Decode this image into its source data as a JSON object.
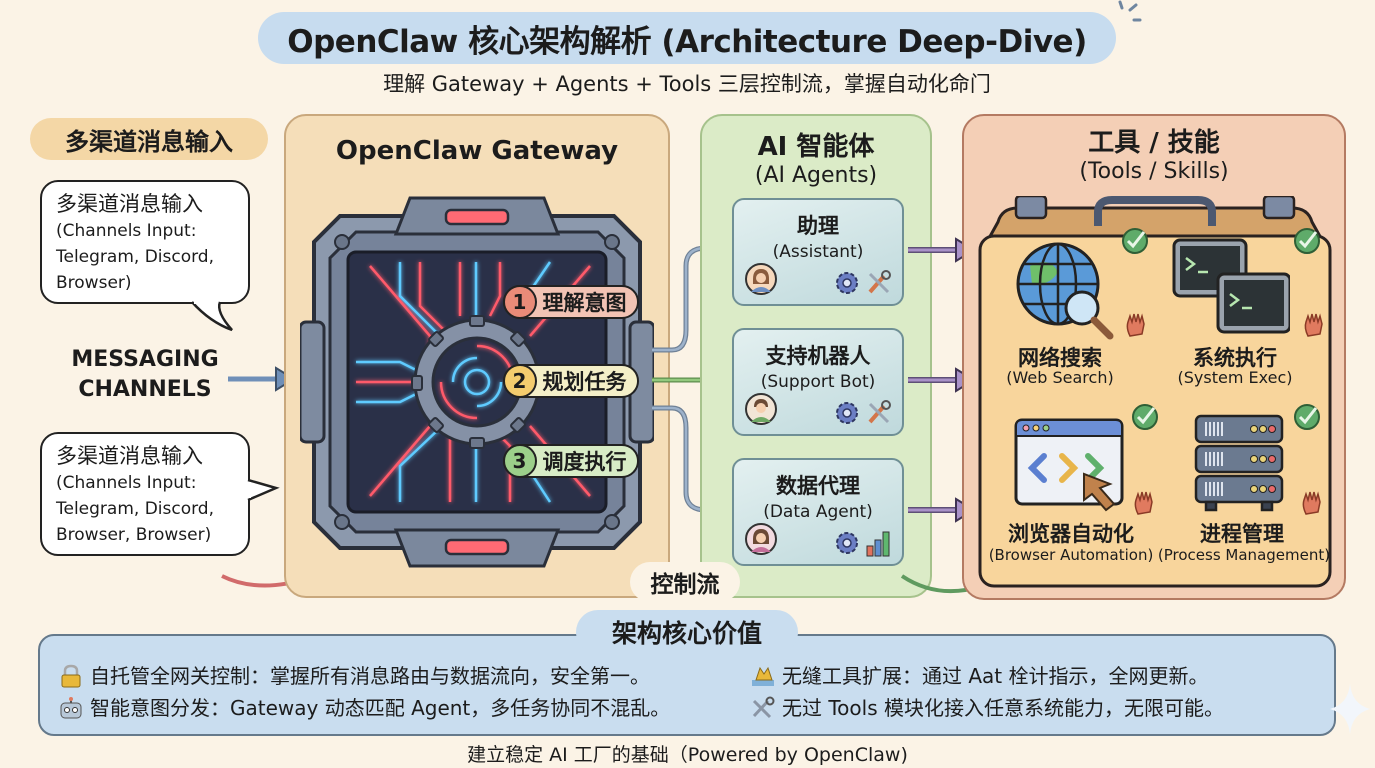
{
  "header": {
    "title": "OpenClaw 核心架构解析 (Architecture Deep-Dive)",
    "subtitle": "理解 Gateway + Agents + Tools 三层控制流，掌握自动化命门"
  },
  "channels": {
    "heading": "多渠道消息输入",
    "bubbles": [
      {
        "cn": "多渠道消息输入",
        "en_lines": [
          "(Channels Input:",
          "Telegram, Discord,",
          "Browser)"
        ]
      },
      {
        "cn": "多渠道消息输入",
        "en_lines": [
          "(Channels Input:",
          "Telegram, Discord,",
          "Browser, Browser)"
        ]
      }
    ],
    "label_lines": [
      "MESSAGING",
      "CHANNELS"
    ]
  },
  "gateway": {
    "title": "OpenClaw Gateway",
    "steps": [
      {
        "num": "1",
        "label": "理解意图"
      },
      {
        "num": "2",
        "label": "规划任务"
      },
      {
        "num": "3",
        "label": "调度执行"
      }
    ]
  },
  "agents": {
    "title": "AI 智能体",
    "subtitle": "(AI Agents)",
    "items": [
      {
        "cn": "助理",
        "en": "(Assistant)",
        "icons": [
          "avatar-icon",
          "gear-icon",
          "tools-icon"
        ]
      },
      {
        "cn": "支持机器人",
        "en": "(Support Bot)",
        "icons": [
          "avatar-icon",
          "gear-icon",
          "tools-icon"
        ]
      },
      {
        "cn": "数据代理",
        "en": "(Data Agent)",
        "icons": [
          "avatar-icon",
          "gear-icon",
          "bar-chart-icon"
        ]
      }
    ],
    "control_flow_label": "控制流"
  },
  "tools": {
    "title": "工具 / 技能",
    "subtitle": "(Tools / Skills)",
    "items": [
      {
        "cn": "网络搜索",
        "en": "(Web Search)",
        "icon": "globe-search-icon"
      },
      {
        "cn": "系统执行",
        "en": "(System Exec)",
        "icon": "terminal-icon"
      },
      {
        "cn": "浏览器自动化",
        "en": "(Browser Automation)",
        "icon": "browser-code-icon"
      },
      {
        "cn": "进程管理",
        "en": "(Process Management)",
        "icon": "server-rack-icon"
      }
    ]
  },
  "core_value": {
    "heading": "架构核心价值",
    "items": [
      {
        "icon": "lock-icon",
        "text": "自托管全网关控制：掌握所有消息路由与数据流向，安全第一。"
      },
      {
        "icon": "hand-icon",
        "text": "无缝工具扩展：通过 Aat 栓计指示，全网更新。"
      },
      {
        "icon": "robot-icon",
        "text": "智能意图分发：Gateway 动态匹配 Agent，多任务协同不混乱。"
      },
      {
        "icon": "tools-icon",
        "text": "无过 Tools 模块化接入任意系统能力，无限可能。"
      }
    ]
  },
  "footer": "建立稳定 AI 工厂的基础（Powered by OpenClaw)",
  "colors": {
    "background": "#fbf3e6",
    "title_pill": "#c7dcef",
    "gateway_panel": "#f5deb9",
    "agents_panel": "#dbebc7",
    "tools_panel": "#f4cfb6",
    "value_box": "#c9ddef",
    "arrow_blue": "#6f8fb8",
    "arrow_green": "#7fb26b",
    "arrow_purple": "#9a86b5",
    "neon_red": "#ff5a6a",
    "neon_blue": "#5ecbff"
  }
}
